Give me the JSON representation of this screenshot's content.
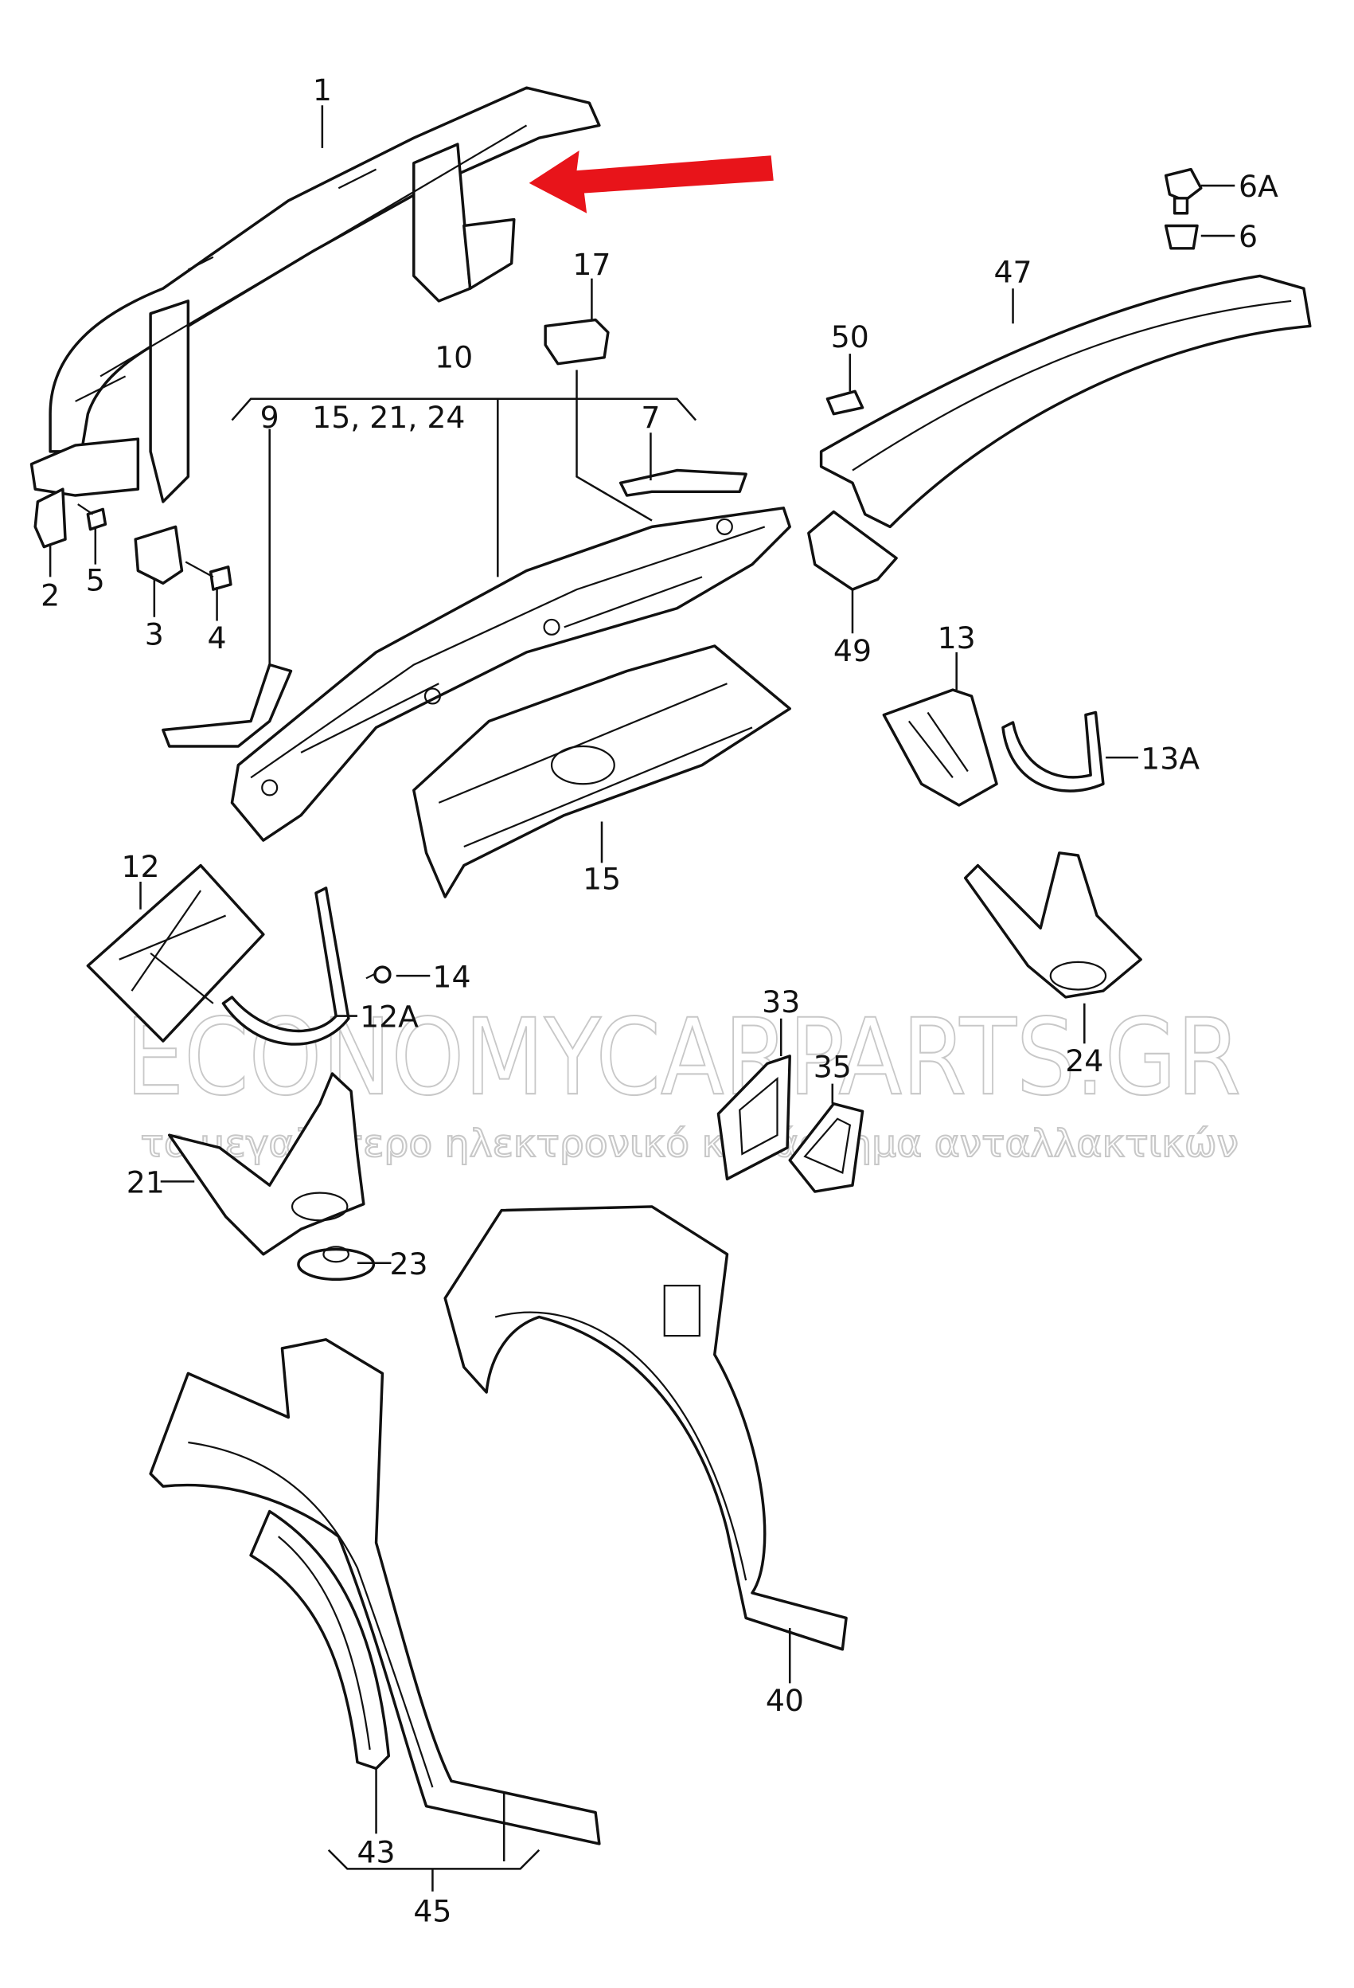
{
  "diagram": {
    "labels": {
      "p1": "1",
      "p2": "2",
      "p3": "3",
      "p4": "4",
      "p5": "5",
      "p6": "6",
      "p6a": "6A",
      "p7": "7",
      "p9": "9",
      "p10": "10",
      "p10sub": "15, 21, 24",
      "p12": "12",
      "p12a": "12A",
      "p13": "13",
      "p13a": "13A",
      "p14": "14",
      "p15": "15",
      "p17": "17",
      "p21": "21",
      "p23": "23",
      "p24": "24",
      "p33": "33",
      "p35": "35",
      "p40": "40",
      "p43": "43",
      "p45": "45",
      "p47": "47",
      "p49": "49",
      "p50": "50"
    },
    "watermark": {
      "brand": "ECONOMYCARPARTS.GR",
      "tagline": "το μεγαλύτερο ηλεκτρονικό κατάστημα ανταλλακτικών"
    },
    "colors": {
      "arrow": "#e8141a",
      "line": "#111111",
      "watermark": "#c8c8c8"
    }
  }
}
